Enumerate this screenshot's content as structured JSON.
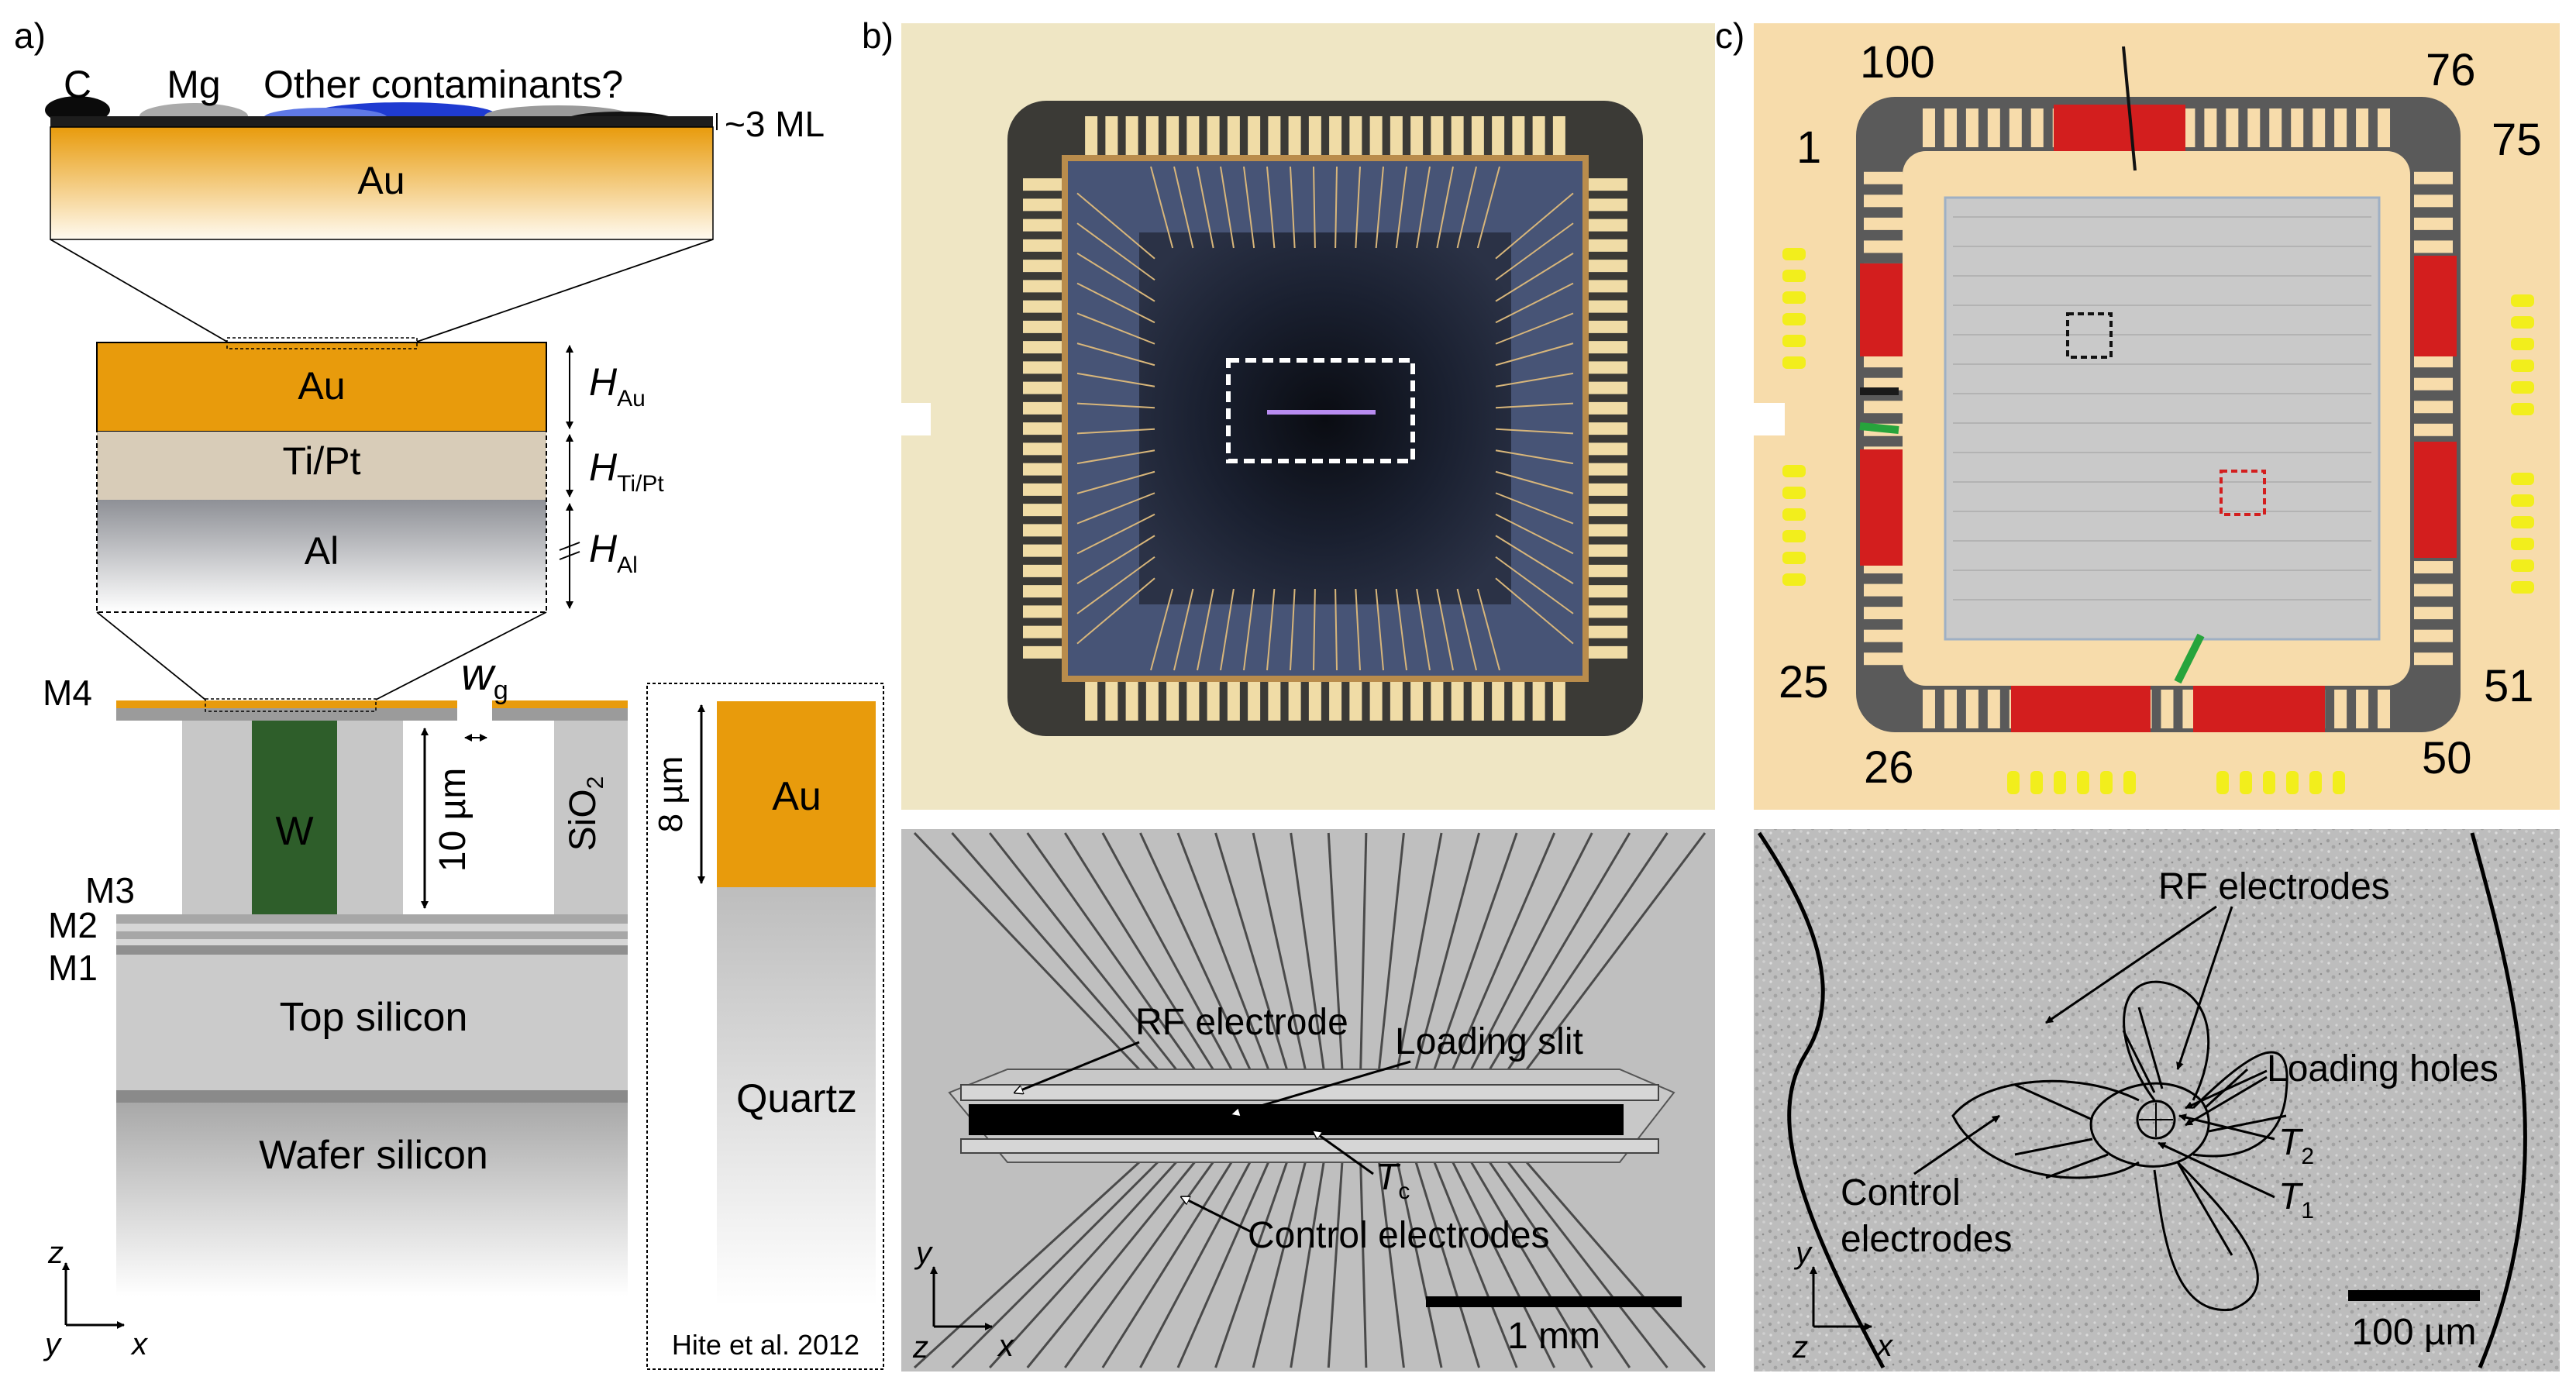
{
  "panels": {
    "a": "a)",
    "b": "b)",
    "c": "c)"
  },
  "panel_a": {
    "contaminants": {
      "c": "C",
      "mg": "Mg",
      "other": "Other contaminants?"
    },
    "monolayer": "~3 ML",
    "au_top": "Au",
    "stack": {
      "au": "Au",
      "tipt": "Ti/Pt",
      "al": "Al",
      "h_au": "H",
      "h_au_sub": "Au",
      "h_tipt": "H",
      "h_tipt_sub": "Ti/Pt",
      "h_al": "H",
      "h_al_sub": "Al"
    },
    "metal_layers": {
      "m4": "M4",
      "m3": "M3",
      "m2": "M2",
      "m1": "M1"
    },
    "wg": "w",
    "wg_sub": "g",
    "w_via": "W",
    "via_height": "10 µm",
    "sio2": "SiO",
    "sio2_sub": "2",
    "top_silicon": "Top silicon",
    "wafer_silicon": "Wafer silicon",
    "axes": {
      "z": "z",
      "x": "x",
      "y": "y"
    },
    "inset": {
      "au": "Au",
      "quartz": "Quartz",
      "height": "8 µm",
      "citation": "Hite et al. 2012"
    }
  },
  "panel_b_bottom": {
    "rf_electrode": "RF electrode",
    "loading_slit": "Loading slit",
    "tc": "T",
    "tc_sub": "c",
    "control_electrodes": "Control electrodes",
    "scale": "1 mm",
    "axes": {
      "y": "y",
      "x": "x",
      "z": "z"
    }
  },
  "panel_c_top": {
    "pins": {
      "p100": "100",
      "p76": "76",
      "p1": "1",
      "p75": "75",
      "p25": "25",
      "p51": "51",
      "p26": "26",
      "p50": "50"
    }
  },
  "panel_c_bottom": {
    "rf_electrodes": "RF electrodes",
    "loading_holes": "Loading holes",
    "t2": "T",
    "t2_sub": "2",
    "t1": "T",
    "t1_sub": "1",
    "control_line1": "Control",
    "control_line2": "electrodes",
    "scale": "100 µm",
    "axes": {
      "y": "y",
      "x": "x",
      "z": "z"
    }
  },
  "colors": {
    "gold": "#e89b0c",
    "gold_light": "#f3c46a",
    "tipt": "#d8ccb8",
    "via_green": "#2e5e2a",
    "chip_bg": "#f1e7c4",
    "die_blue": "#475476",
    "trace_red": "#d31e1e",
    "trace_yellow": "#f2ee1c",
    "sem_gray": "#b9b9b9"
  }
}
